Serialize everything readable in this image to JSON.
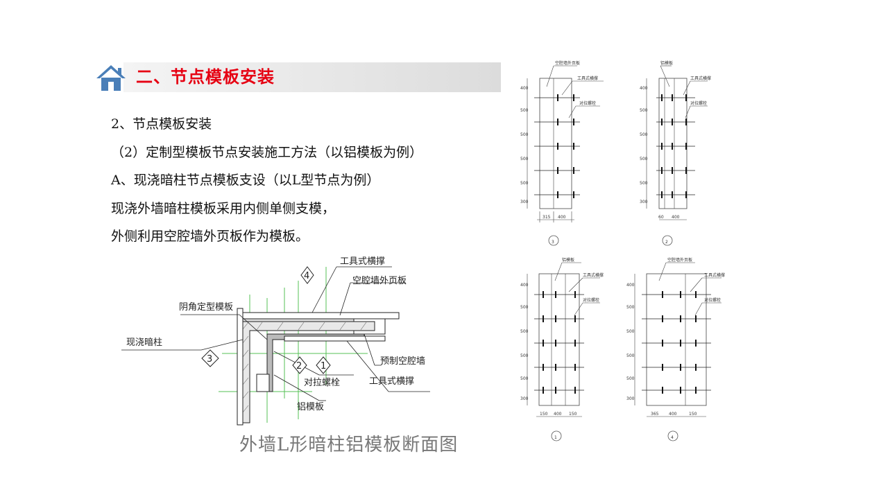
{
  "header": {
    "title": "二、节点模板安装",
    "icon": "home-icon",
    "title_color": "#e60012"
  },
  "body": {
    "lines": [
      "2、节点模板安装",
      "（2）定制型模板节点安装施工方法（以铝模板为例）",
      "A、现浇暗柱节点模板支设（以L型节点为例）",
      "现浇外墙暗柱模板采用内侧单侧支模，",
      "外侧利用空腔墙外页板作为模板。"
    ]
  },
  "section_figure": {
    "caption": "外墙L形暗柱铝模板断面图",
    "labels": {
      "tool_purlin_top": "工具式横撑",
      "cavity_outer_leaf": "空腔墙外页板",
      "corner_form": "阴角定型模板",
      "cast_column": "现浇暗柱",
      "tie_bolt": "对拉螺栓",
      "prefab_cavity_wall": "预制空腔墙",
      "tool_purlin_bottom": "工具式横撑",
      "alu_form": "铝模板"
    },
    "markers": [
      "4",
      "3",
      "2",
      "1"
    ]
  },
  "elevations": [
    {
      "marker": "3",
      "dims_v": [
        "400",
        "500",
        "500",
        "500",
        "500",
        "300"
      ],
      "dims_h": [
        "315",
        "400"
      ],
      "top_label": "空腔墙外页板",
      "labels": [
        "工具式横撑",
        "对拉螺栓"
      ]
    },
    {
      "marker": "2",
      "dims_v": [
        "400",
        "500",
        "500",
        "500",
        "500",
        "300"
      ],
      "dims_h": [
        "60",
        "400"
      ],
      "top_label": "铝模板",
      "labels": [
        "工具式横撑",
        "对拉螺栓"
      ]
    },
    {
      "marker": "1",
      "dims_v": [
        "400",
        "500",
        "500",
        "500",
        "500",
        "300"
      ],
      "dims_h": [
        "150",
        "400",
        "150"
      ],
      "top_label": "铝模板",
      "labels": [
        "工具式横撑",
        "对拉螺栓"
      ]
    },
    {
      "marker": "4",
      "dims_v": [
        "400",
        "500",
        "500",
        "500",
        "500",
        "300"
      ],
      "dims_h": [
        "365",
        "400",
        "150"
      ],
      "top_label": "空腔墙外页板",
      "labels": [
        "工具式横撑",
        "对拉螺栓"
      ]
    }
  ]
}
